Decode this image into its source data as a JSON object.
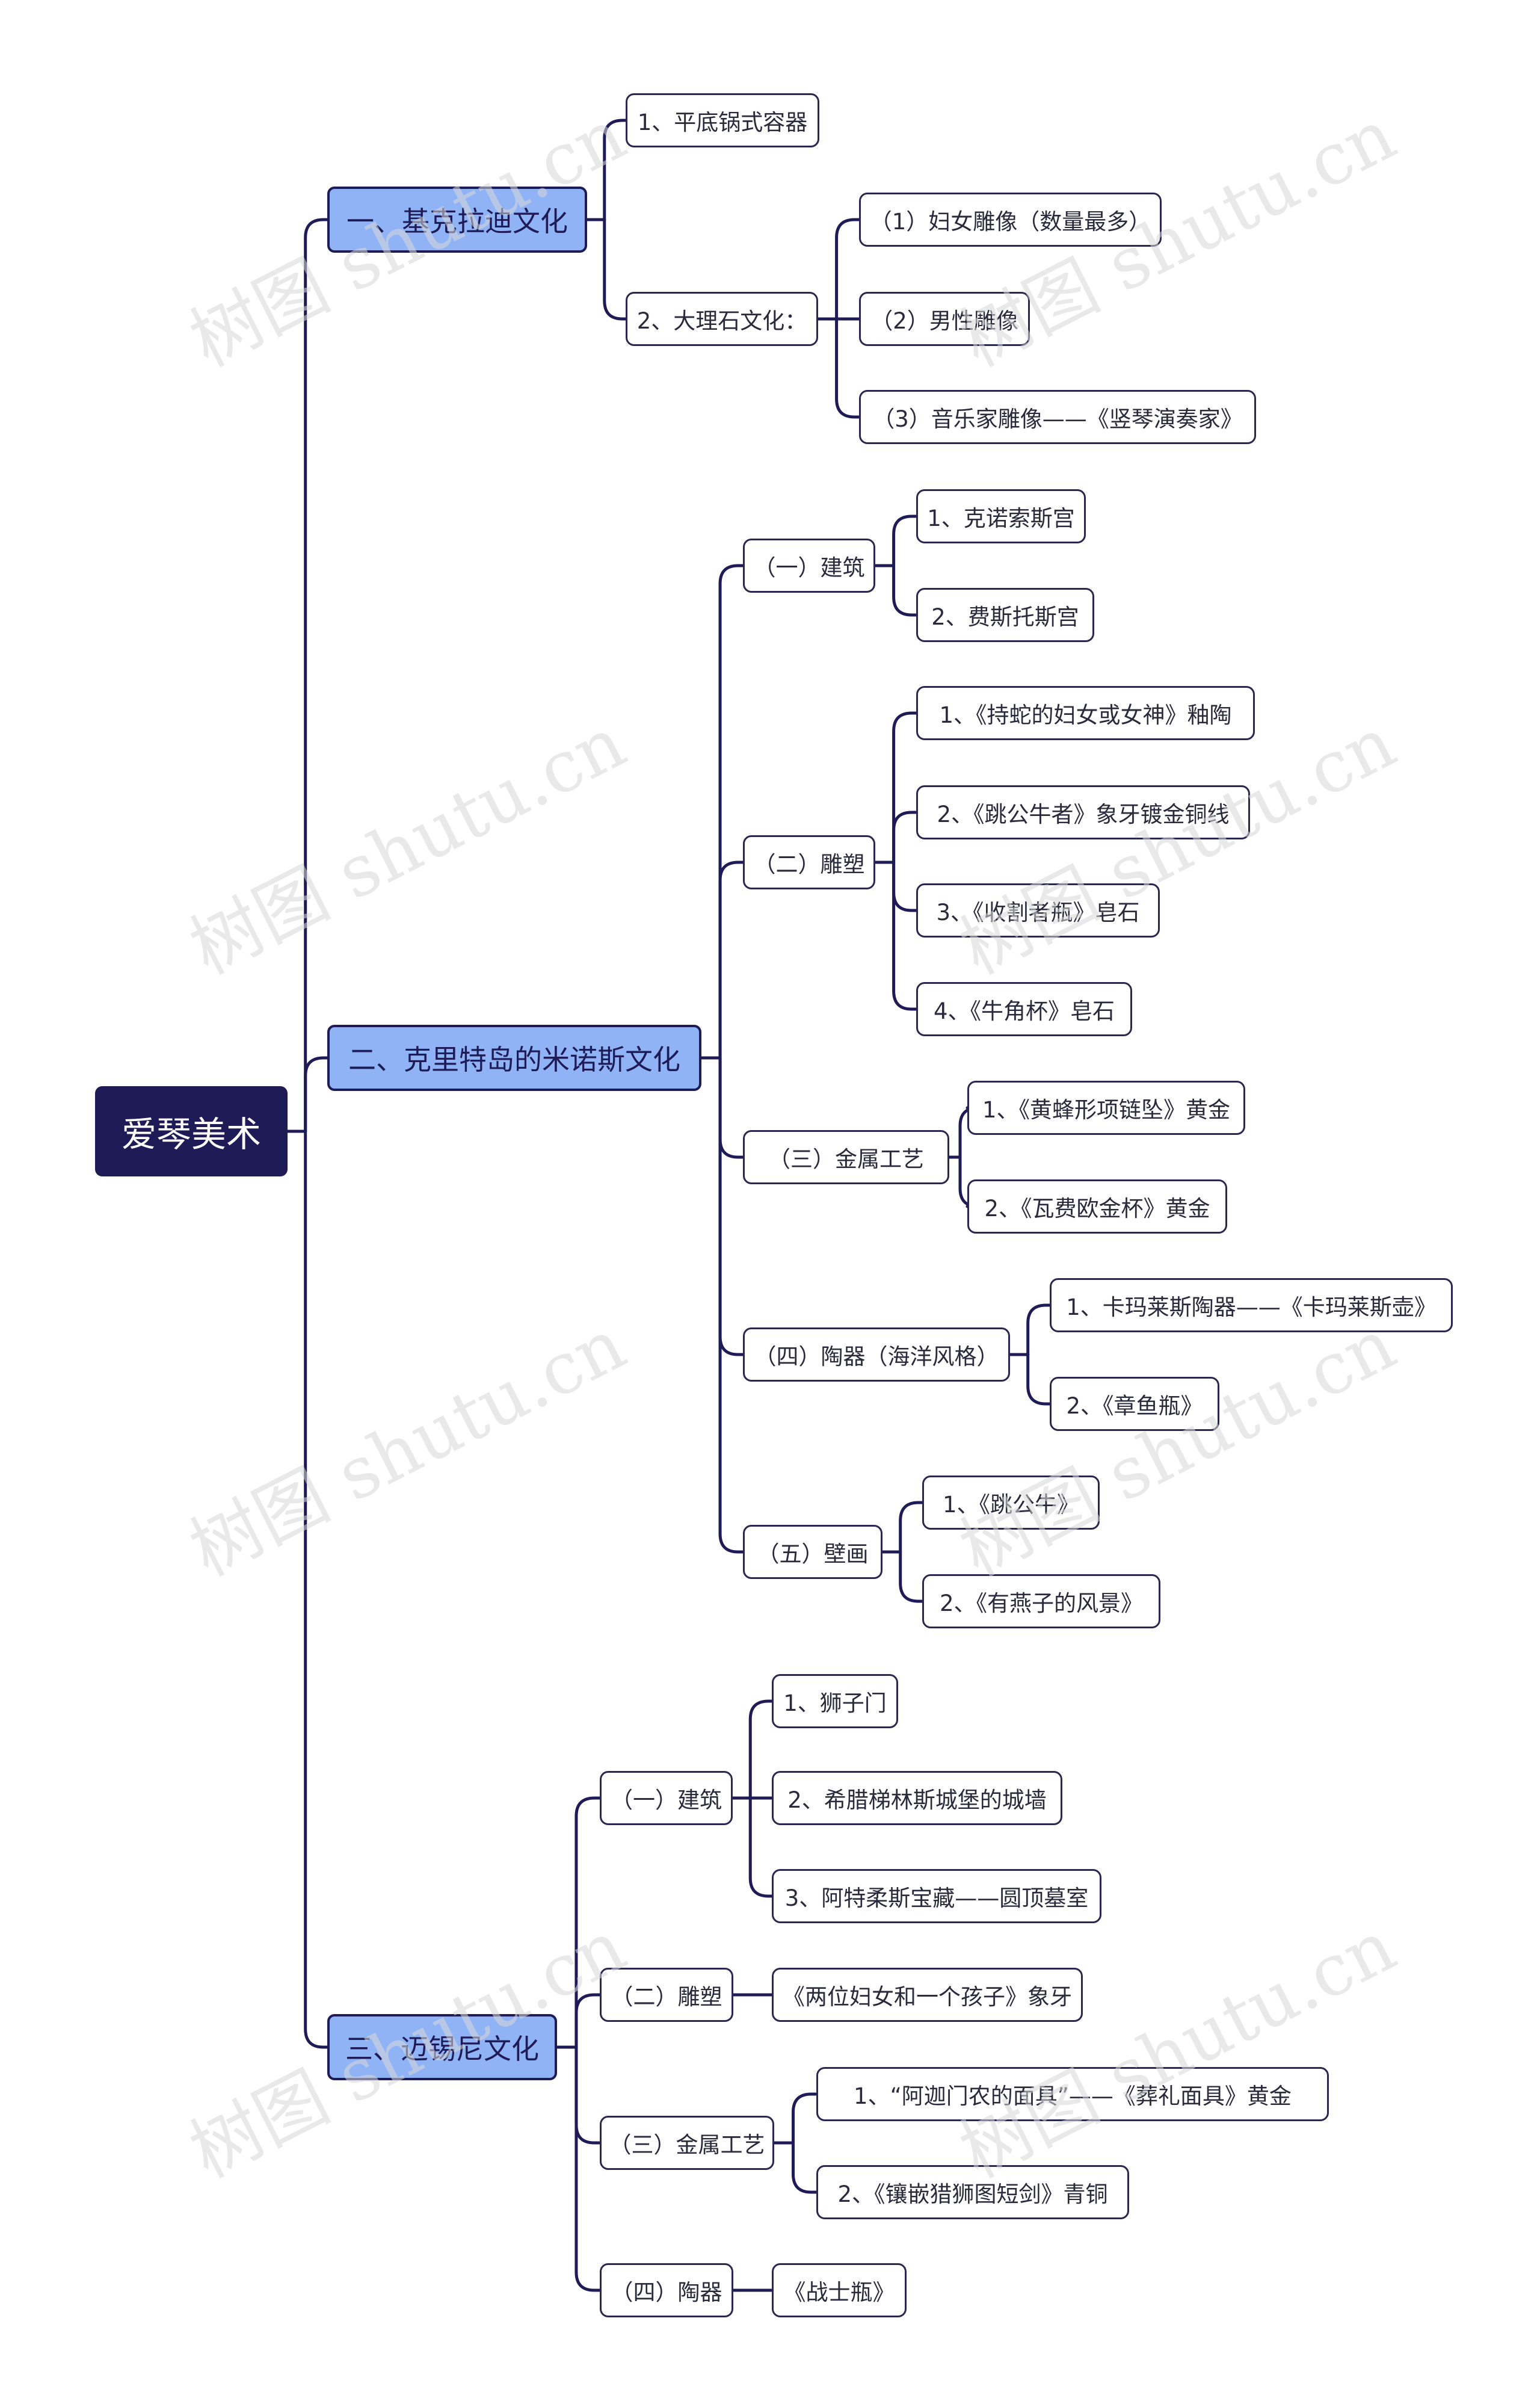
{
  "watermark": "树图 shutu.cn",
  "colors": {
    "root_bg": "#1e1b56",
    "branch_bg": "#8fb3f5",
    "line": "#1e1b56",
    "leaf_border": "#2a2750"
  },
  "mindmap": {
    "root": "爱琴美术",
    "branches": [
      {
        "label": "一、基克拉迪文化",
        "children": [
          {
            "label": "1、平底锅式容器"
          },
          {
            "label": "2、大理石文化：",
            "children": [
              {
                "label": "（1）妇女雕像（数量最多）"
              },
              {
                "label": "（2）男性雕像"
              },
              {
                "label": "（3）音乐家雕像——《竖琴演奏家》"
              }
            ]
          }
        ]
      },
      {
        "label": "二、克里特岛的米诺斯文化",
        "children": [
          {
            "label": "（一）建筑",
            "children": [
              {
                "label": "1、克诺索斯宫"
              },
              {
                "label": "2、费斯托斯宫"
              }
            ]
          },
          {
            "label": "（二）雕塑",
            "children": [
              {
                "label": "1、《持蛇的妇女或女神》釉陶"
              },
              {
                "label": "2、《跳公牛者》象牙镀金铜线"
              },
              {
                "label": "3、《收割者瓶》皂石"
              },
              {
                "label": "4、《牛角杯》皂石"
              }
            ]
          },
          {
            "label": "（三）金属工艺",
            "children": [
              {
                "label": "1、《黄蜂形项链坠》黄金"
              },
              {
                "label": "2、《瓦费欧金杯》黄金"
              }
            ]
          },
          {
            "label": "（四）陶器（海洋风格）",
            "children": [
              {
                "label": "1、卡玛莱斯陶器——《卡玛莱斯壶》"
              },
              {
                "label": "2、《章鱼瓶》"
              }
            ]
          },
          {
            "label": "（五）壁画",
            "children": [
              {
                "label": "1、《跳公牛》"
              },
              {
                "label": "2、《有燕子的风景》"
              }
            ]
          }
        ]
      },
      {
        "label": "三、迈锡尼文化",
        "children": [
          {
            "label": "（一）建筑",
            "children": [
              {
                "label": "1、狮子门"
              },
              {
                "label": "2、希腊梯林斯城堡的城墙"
              },
              {
                "label": "3、阿特柔斯宝藏——圆顶墓室"
              }
            ]
          },
          {
            "label": "（二）雕塑",
            "children": [
              {
                "label": "《两位妇女和一个孩子》象牙"
              }
            ]
          },
          {
            "label": "（三）金属工艺",
            "children": [
              {
                "label": "1、“阿迦门农的面具”——《葬礼面具》黄金"
              },
              {
                "label": "2、《镶嵌猎狮图短剑》青铜"
              }
            ]
          },
          {
            "label": "（四）陶器",
            "children": [
              {
                "label": "《战士瓶》"
              }
            ]
          }
        ]
      }
    ]
  }
}
